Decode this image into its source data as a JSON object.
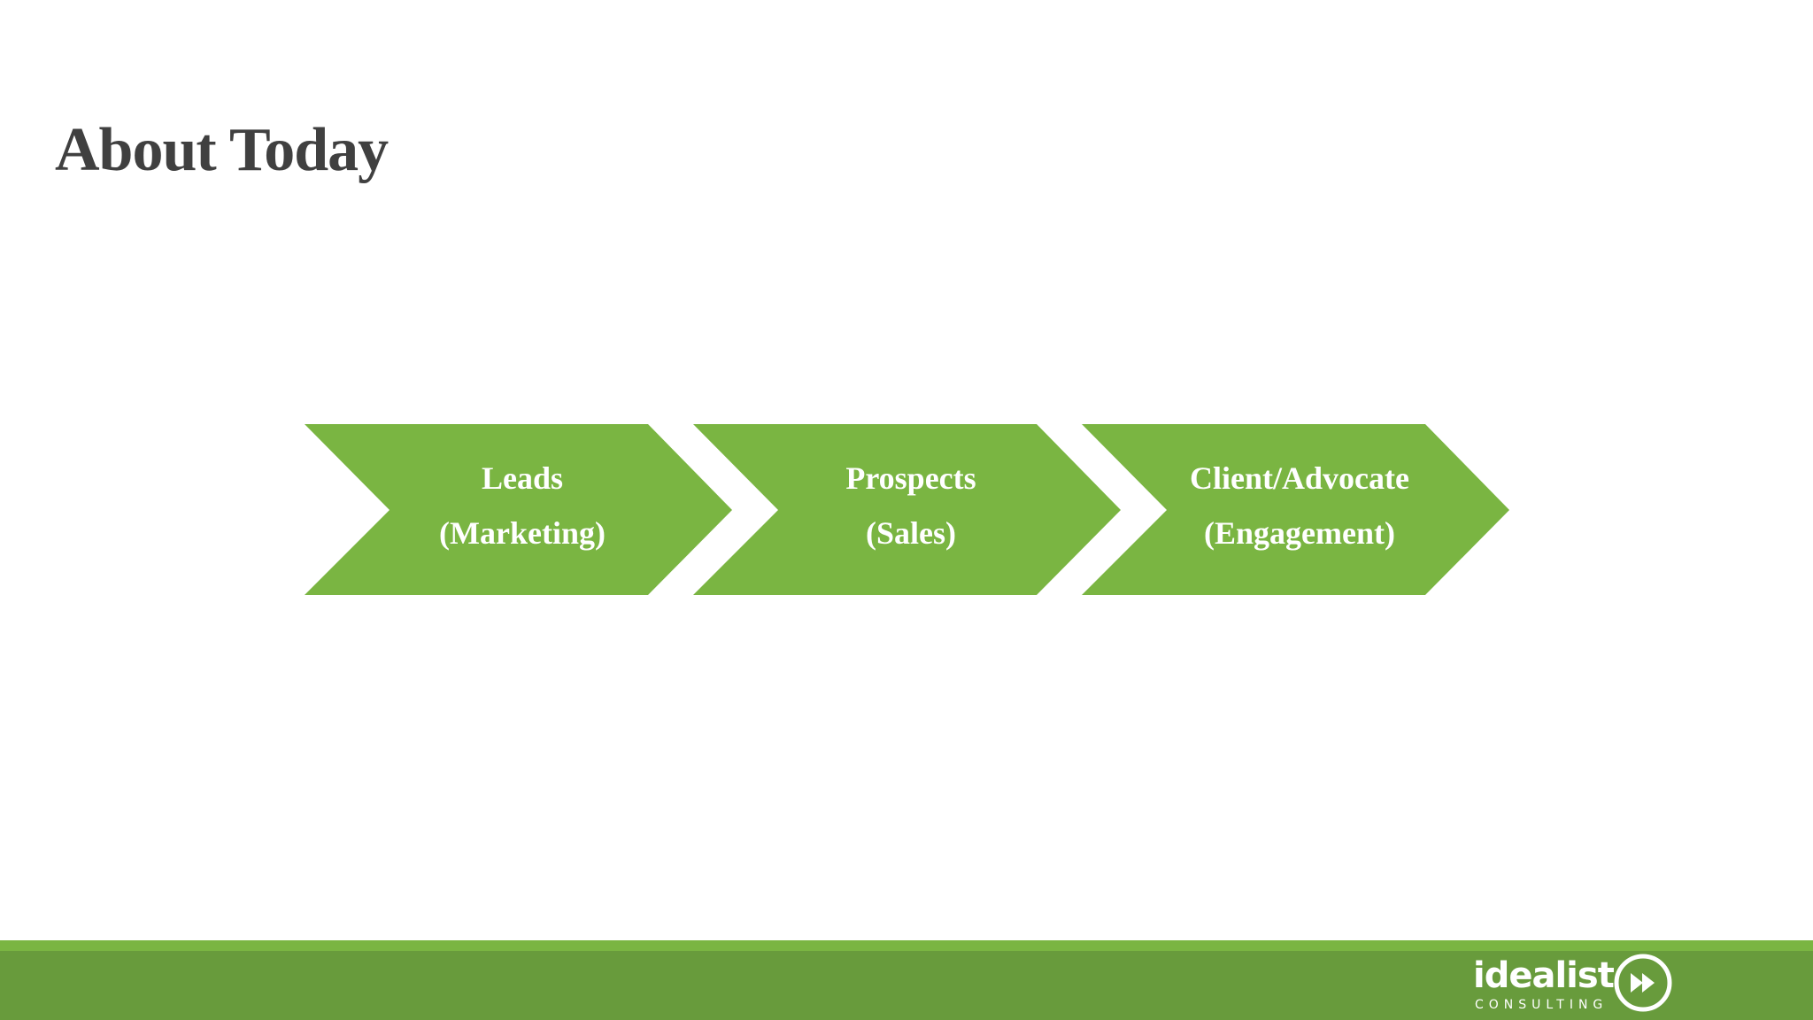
{
  "slide": {
    "title": "About Today"
  },
  "process": {
    "steps": [
      {
        "line1": "Leads",
        "line2": "(Marketing)"
      },
      {
        "line1": "Prospects",
        "line2": "(Sales)"
      },
      {
        "line1": "Client/Advocate",
        "line2": "(Engagement)"
      }
    ]
  },
  "footer": {
    "logo_word": "idealist",
    "logo_sub": "CONSULTING",
    "logo_icon": "fast-forward-circle-icon"
  },
  "colors": {
    "chevron": "#7ab542",
    "footer_band": "#689b3c",
    "footer_stripe": "#7ab542",
    "title": "#404040"
  }
}
